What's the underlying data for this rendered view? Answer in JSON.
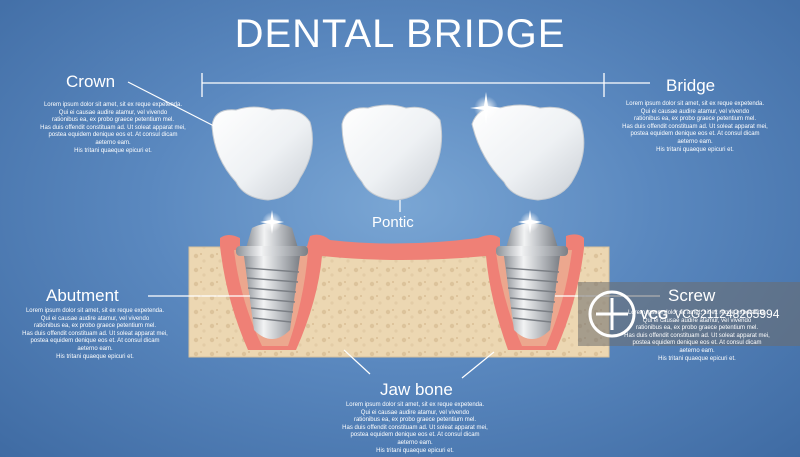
{
  "title": "DENTAL BRIDGE",
  "labels": {
    "crown": "Crown",
    "bridge": "Bridge",
    "pontic": "Pontic",
    "abutment": "Abutment",
    "screw": "Screw",
    "jaw_bone": "Jaw bone"
  },
  "descriptions": {
    "crown": "Lorem ipsum dolor sit amet, sit ex reque expetenda.\nQui ei causae audire atamur, vel vivendo\nrationibus ea, ex probo graece petentium mel.\nHas duis offendit constituam ad. Ut soleat apparat mei,\npostea equidem denique eos et. At consul dicam aeterno eam.\nHis tritani quaeque epicuri et.",
    "bridge": "Lorem ipsum dolor sit amet, sit ex reque expetenda.\nQui ei causae audire atamur, vel vivendo\nrationibus ea, ex probo graece petentium mel.\nHas duis offendit constituam ad. Ut soleat apparat mei,\npostea equidem denique eos et. At consul dicam aeterno eam.\nHis tritani quaeque epicuri et.",
    "abutment": "Lorem ipsum dolor sit amet, sit ex reque expetenda.\nQui ei causae audire atamur, vel vivendo\nrationibus ea, ex probo graece petentium mel.\nHas duis offendit constituam ad. Ut soleat apparat mei,\npostea equidem denique eos et. At consul dicam aeterno eam.\nHis tritani quaeque epicuri et.",
    "screw": "Lorem ipsum dolor sit amet, sit ex reque expetenda.\nQui ei causae audire atamur, vel vivendo\nrationibus ea, ex probo graece petentium mel.\nHas duis offendit constituam ad. Ut soleat apparat mei,\npostea equidem denique eos et. At consul dicam aeterno eam.\nHis tritani quaeque epicuri et.",
    "jaw_bone": "Lorem ipsum dolor sit amet, sit ex reque expetenda.\nQui ei causae audire atamur, vel vivendo\nrationibus ea, ex probo graece petentium mel.\nHas duis offendit constituam ad. Ut soleat apparat mei,\npostea equidem denique eos et. At consul dicam aeterno eam.\nHis tritani quaeque epicuri et."
  },
  "watermark": {
    "brand": "VCG",
    "text": "VCG211248265994"
  },
  "colors": {
    "background": "#5a88bf",
    "bone": "#ecd7b2",
    "gum": "#ef8076",
    "tooth": "#f4f6f8",
    "metal": "#b9bcc0"
  }
}
